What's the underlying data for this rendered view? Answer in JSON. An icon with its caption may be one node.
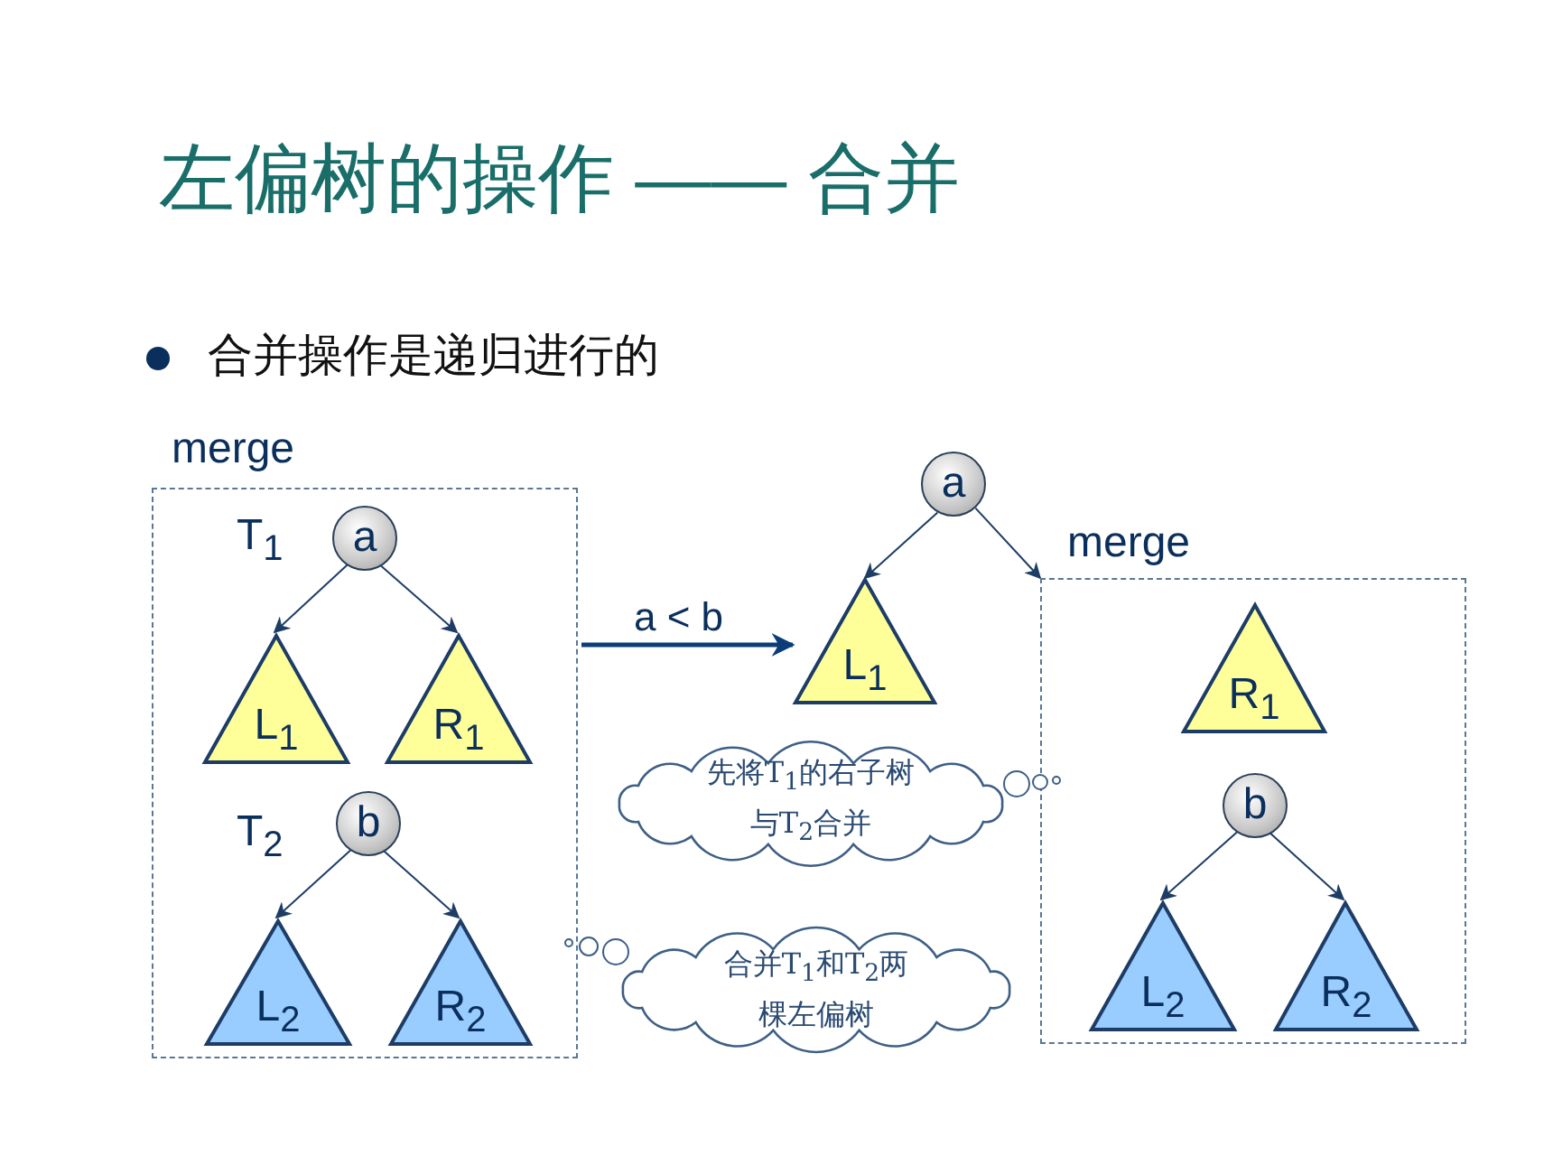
{
  "diagram": {
    "title": "左偏树的操作 —— 合并",
    "nodes": [
      {
        "text": [
          "merge"
        ]
      },
      {
        "text": [
          "a"
        ],
        "in": 0,
        "beside": [
          "T$_{1}$"
        ]
      },
      {
        "text": [
          "L$_{1}$"
        ],
        "in": 0
      },
      {
        "text": [
          "R$_{1}$"
        ],
        "in": 0
      },
      {
        "text": [
          "b"
        ],
        "in": 0,
        "beside": [
          "T$_{2}$"
        ]
      },
      {
        "text": [
          "L$_{2}$"
        ],
        "in": 0
      },
      {
        "text": [
          "R$_{2}$"
        ],
        "in": 0
      },
      {
        "text": [
          "a"
        ]
      },
      {
        "text": [
          "L$_{1}$"
        ]
      },
      {
        "text": [
          "merge"
        ]
      },
      {
        "text": [
          "R$_{1}$"
        ],
        "in": 9
      },
      {
        "text": [
          "b"
        ],
        "in": 9
      },
      {
        "text": [
          "L$_{2}$"
        ],
        "in": 9
      },
      {
        "text": [
          "R$_{2}$"
        ],
        "in": 9
      },
      {
        "text": [
          "先将T$_{1}$的右子树与T$_{2}$合并"
        ]
      },
      {
        "text": [
          "合并T$_{1}$和T$_{2}$两棵左偏树"
        ]
      }
    ],
    "edges": [
      {
        "from": 1,
        "to": 2,
        "arrow": "to"
      },
      {
        "from": 1,
        "to": 3,
        "arrow": "to"
      },
      {
        "from": 4,
        "to": 5,
        "arrow": "to"
      },
      {
        "from": 4,
        "to": 6,
        "arrow": "to"
      },
      {
        "from": 0,
        "to": 8,
        "arrow": "to",
        "label": "a < b",
        "style": "thick"
      },
      {
        "from": 7,
        "to": 8,
        "arrow": "to"
      },
      {
        "from": 7,
        "to": 9,
        "arrow": "to"
      },
      {
        "from": 11,
        "to": 12,
        "arrow": "to"
      },
      {
        "from": 11,
        "to": 13,
        "arrow": "to"
      }
    ],
    "labels": [
      "合并操作是递归进行的"
    ]
  }
}
